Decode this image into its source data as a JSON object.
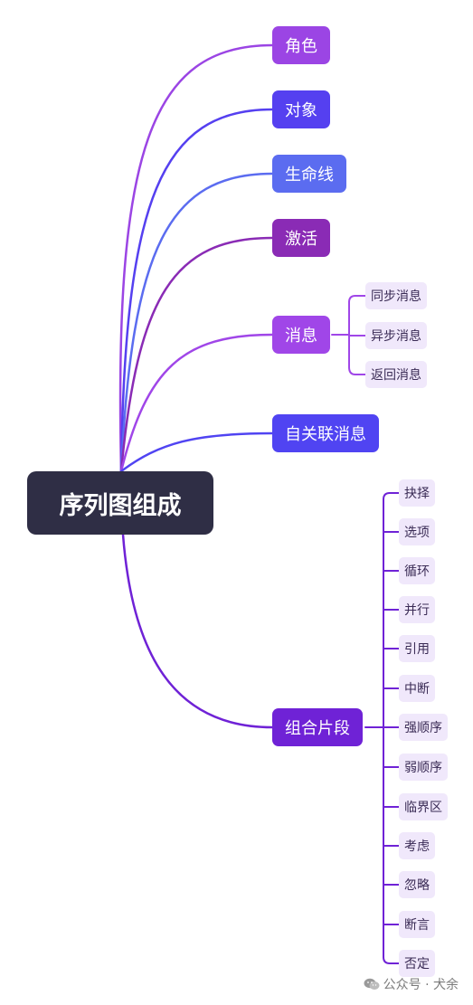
{
  "root": {
    "label": "序列图组成",
    "color": "#2f2e45"
  },
  "branches": [
    {
      "label": "角色",
      "color": "#9b45e4"
    },
    {
      "label": "对象",
      "color": "#5540f0"
    },
    {
      "label": "生命线",
      "color": "#5b6cf0"
    },
    {
      "label": "激活",
      "color": "#8a2bb5"
    },
    {
      "label": "消息",
      "color": "#a046e8",
      "children": [
        "同步消息",
        "异步消息",
        "返回消息"
      ]
    },
    {
      "label": "自关联消息",
      "color": "#5044f2"
    },
    {
      "label": "组合片段",
      "color": "#6f22d6",
      "children": [
        "抉择",
        "选项",
        "循环",
        "并行",
        "引用",
        "中断",
        "强顺序",
        "弱顺序",
        "临界区",
        "考虑",
        "忽略",
        "断言",
        "否定"
      ]
    }
  ],
  "watermark": {
    "text": "公众号 · 犬余",
    "icon": "wechat-icon"
  }
}
